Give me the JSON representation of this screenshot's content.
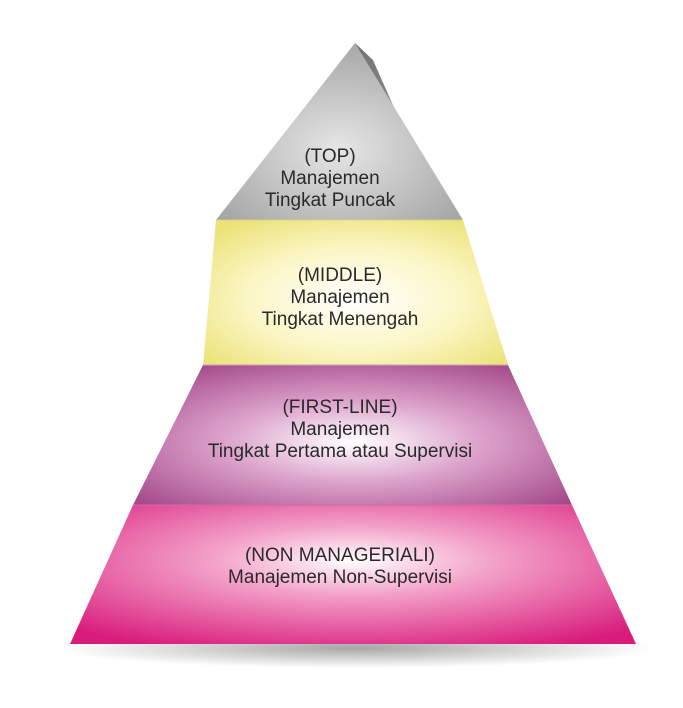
{
  "colors": {
    "top": "#bcbcbc",
    "middle": "#f7f0a6",
    "first_line": "#c763a8",
    "non_managerial": "#e03a8f",
    "side": "#9a9a9a"
  },
  "levels": {
    "top": {
      "line1": "(TOP)",
      "line2": "Manajemen",
      "line3": "Tingkat Puncak"
    },
    "middle": {
      "line1": "(MIDDLE)",
      "line2": "Manajemen",
      "line3": "Tingkat Menengah"
    },
    "first_line": {
      "line1": "(FIRST-LINE)",
      "line2": "Manajemen",
      "line3": "Tingkat Pertama atau Supervisi"
    },
    "non_managerial": {
      "line1": "(NON MANAGERIALI)",
      "line2": "Manajemen Non-Supervisi"
    }
  }
}
